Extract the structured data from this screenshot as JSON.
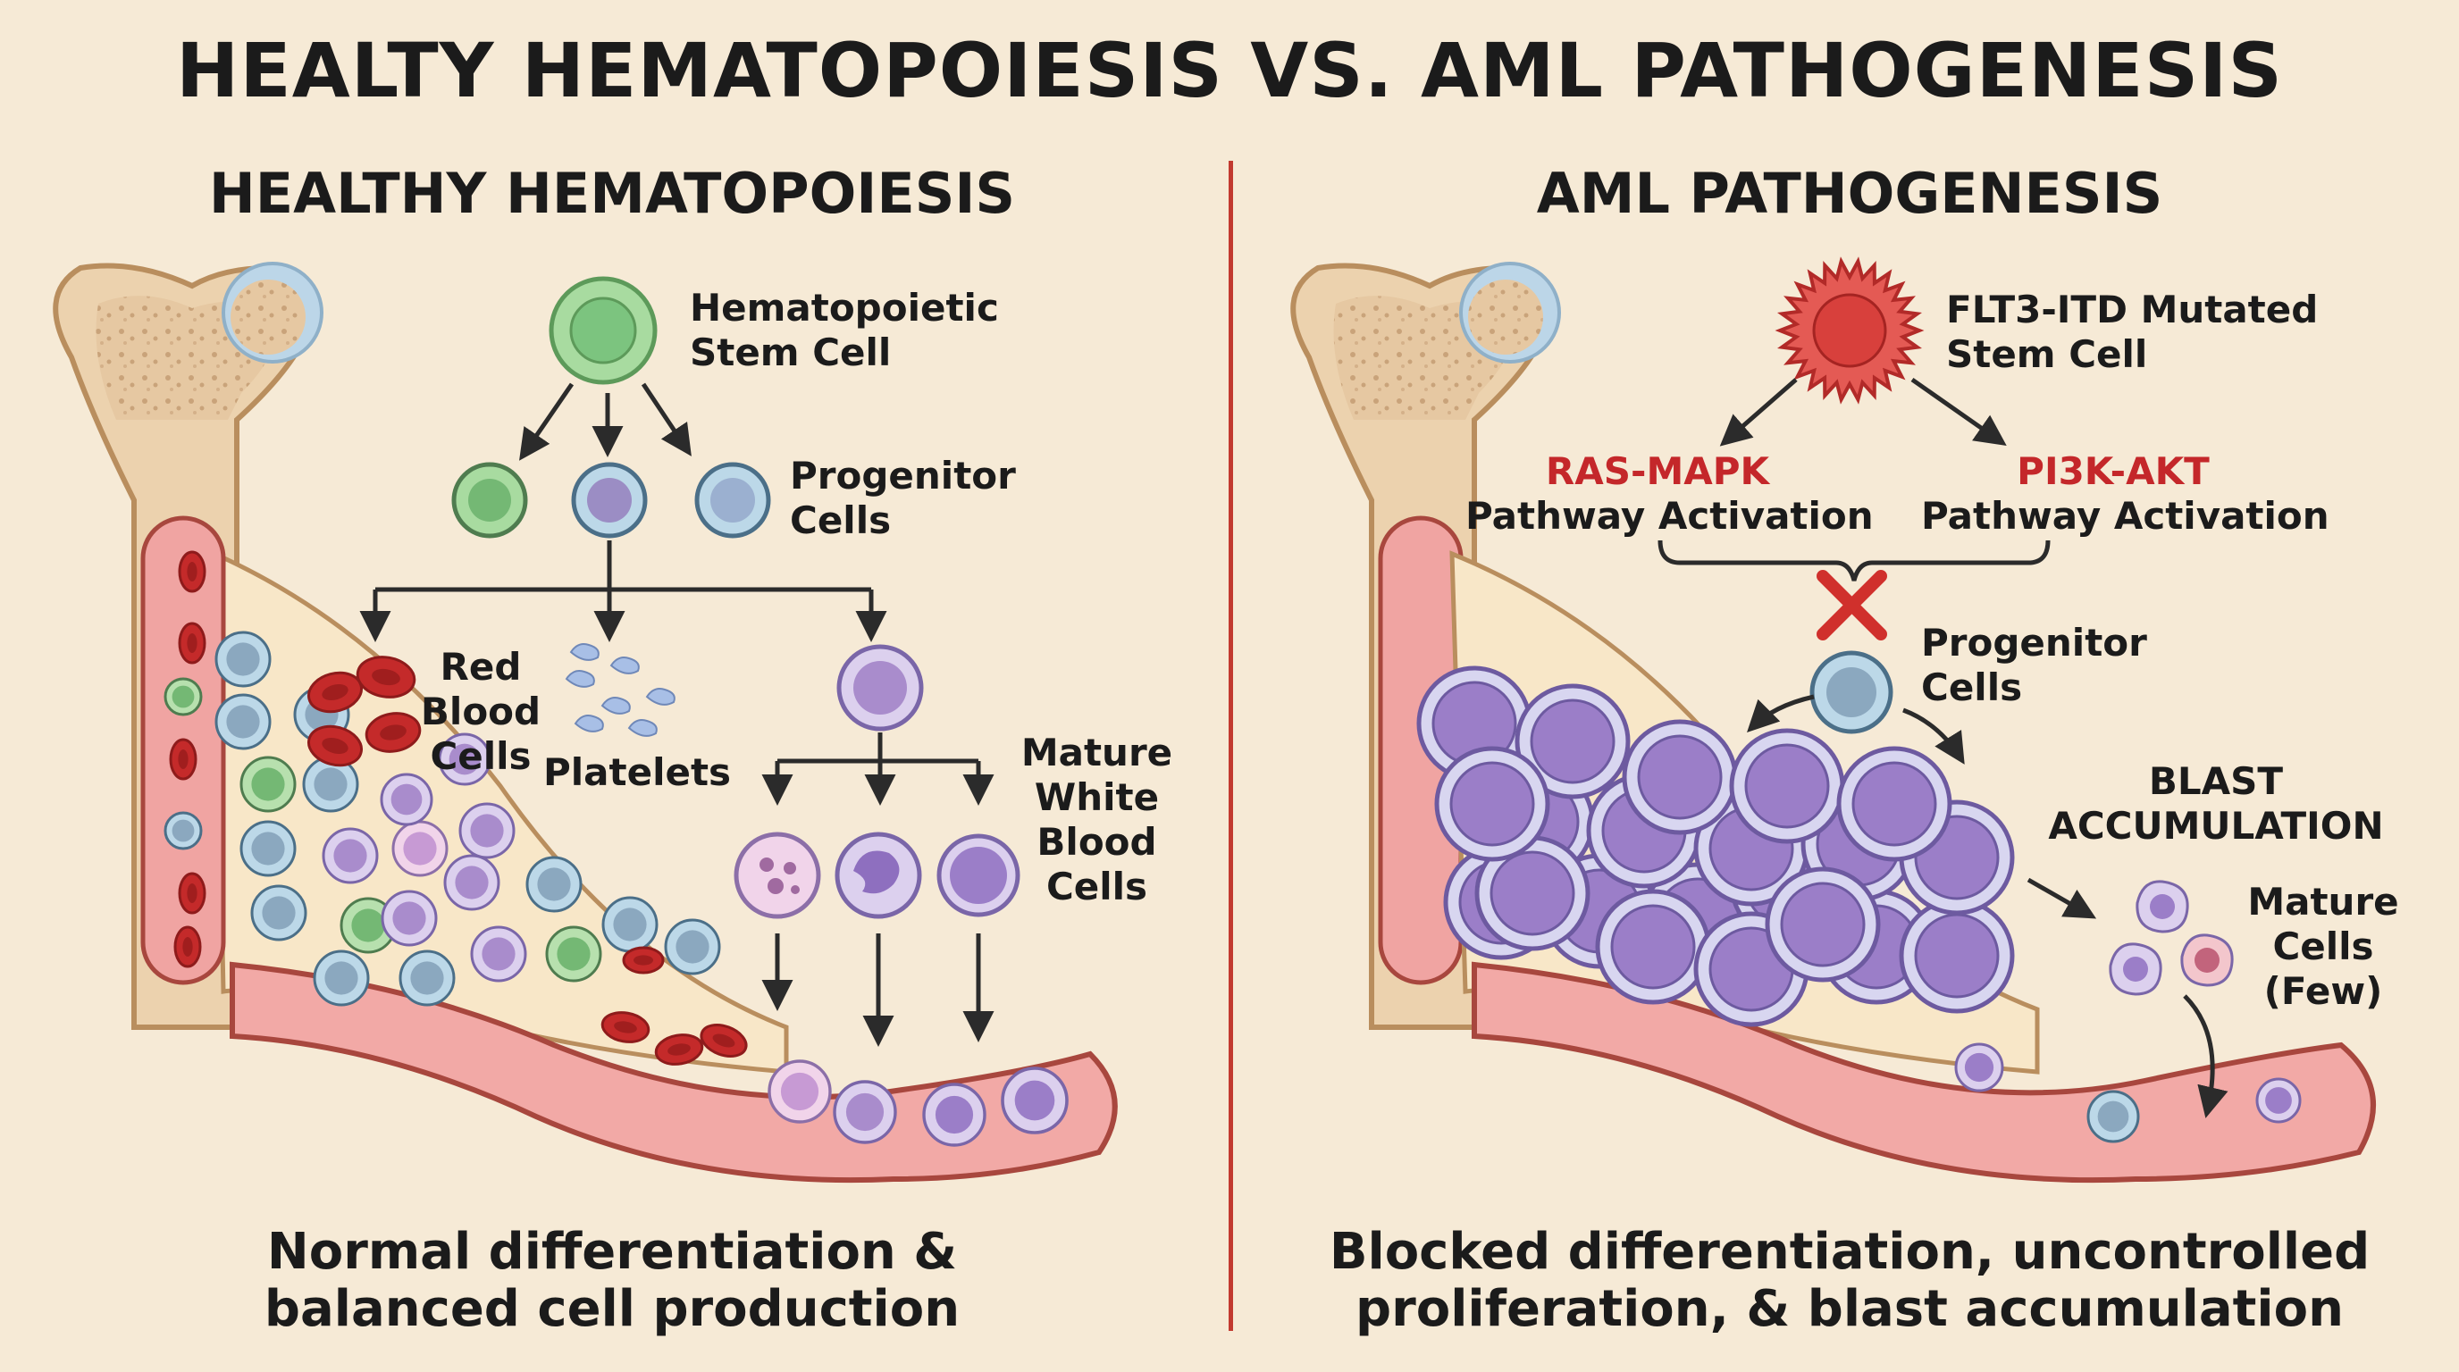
{
  "title": "HEALTY HEMATOPOIESIS VS. AML PATHOGENESIS",
  "left_panel": {
    "heading": "HEALTHY HEMATOPOIESIS",
    "stem_cell_label": [
      "Hematopoietic",
      "Stem Cell"
    ],
    "progenitor_label": [
      "Progenitor",
      "Cells"
    ],
    "rbc_label": [
      "Red",
      "Blood",
      "Cells"
    ],
    "platelets_label": "Platelets",
    "wbc_label": [
      "Mature",
      "White",
      "Blood",
      "Cells"
    ],
    "caption": [
      "Normal differentiation &",
      "balanced cell production"
    ]
  },
  "right_panel": {
    "heading": "AML PATHOGENESIS",
    "stem_cell_label": [
      "FLT3-ITD Mutated",
      "Stem Cell"
    ],
    "ras_label": "RAS-MAPK",
    "pi3k_label": "PI3K-AKT",
    "pathway_activation": "Pathway Activation",
    "progenitor_label": [
      "Progenitor",
      "Cells"
    ],
    "blast_label": [
      "BLAST",
      "ACCUMULATION"
    ],
    "mature_label": [
      "Mature",
      "Cells",
      "(Few)"
    ],
    "caption": [
      "Blocked differentiation, uncontrolled",
      "proliferation, & blast accumulation"
    ]
  },
  "colors": {
    "background": "#f6ead6",
    "divider": "#c23a30",
    "stem_green": "#7cc47f",
    "blue_cell": "#9bb8d4",
    "purple_cell": "#a98ccc",
    "blast_purple": "#9b7ec8",
    "rbc_red": "#c42a2a",
    "mutated_red": "#dc3c3a",
    "vessel": "#f2a9a6",
    "bone": "#e8caa4"
  }
}
